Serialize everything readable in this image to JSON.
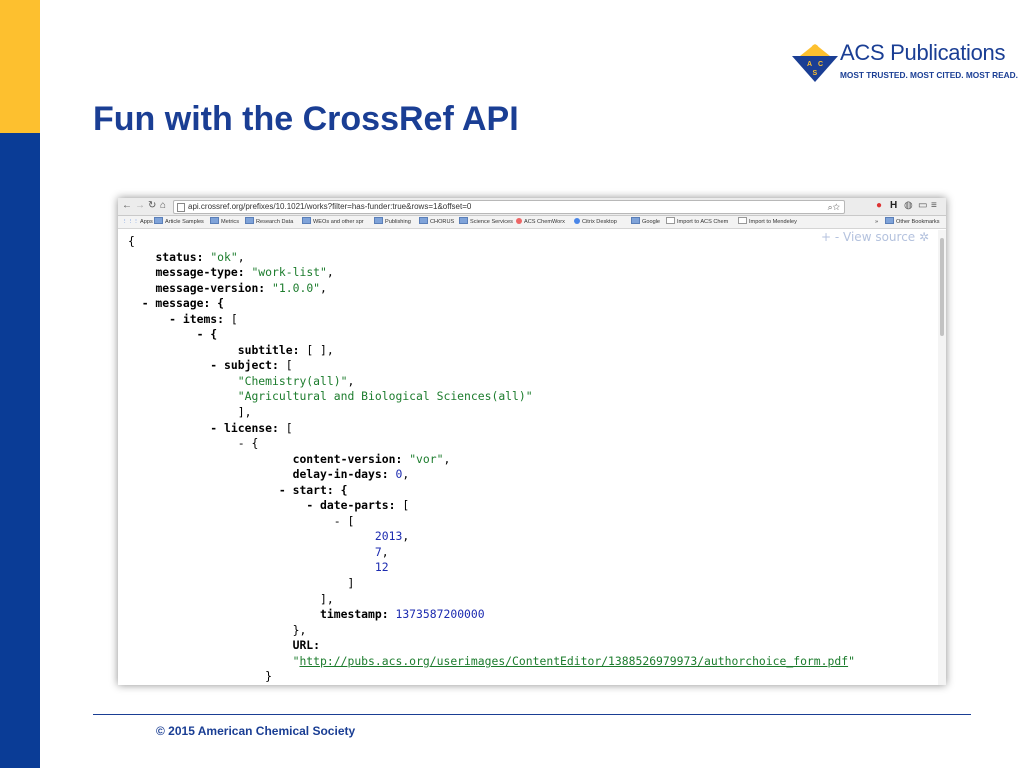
{
  "slide": {
    "title": "Fun with the CrossRef API",
    "footer": "© 2015 American Chemical Society",
    "colors": {
      "brand_blue": "#1A3E94",
      "accent_yellow": "#FDC02F",
      "sidebar_blue": "#0A3C96"
    }
  },
  "logo": {
    "name": "ACS Publications",
    "tagline": "MOST TRUSTED. MOST CITED. MOST READ.",
    "mark_letters": [
      "A",
      "C",
      "S"
    ]
  },
  "browser": {
    "url": "api.crossref.org/prefixes/10.1021/works?filter=has-funder:true&rows=1&offset=0",
    "bookmarks": [
      "Apps",
      "Article Samples",
      "Metrics",
      "Research Data",
      "WEOs and other spr",
      "Publishing",
      "CHORUS",
      "Science Services",
      "ACS ChemWorx",
      "Citrix Desktop",
      "Google",
      "Import to ACS Chem",
      "Import to Mendeley",
      "»",
      "Other Bookmarks"
    ],
    "view_source_label": "View source",
    "view_source_controls": "+ -",
    "json_lines": [
      [
        {
          "t": "{"
        }
      ],
      [
        {
          "t": "    "
        },
        {
          "t": "status:",
          "c": "k"
        },
        {
          "t": " "
        },
        {
          "t": "\"ok\"",
          "c": "s"
        },
        {
          "t": ","
        }
      ],
      [
        {
          "t": "    "
        },
        {
          "t": "message-type:",
          "c": "k"
        },
        {
          "t": " "
        },
        {
          "t": "\"work-list\"",
          "c": "s"
        },
        {
          "t": ","
        }
      ],
      [
        {
          "t": "    "
        },
        {
          "t": "message-version:",
          "c": "k"
        },
        {
          "t": " "
        },
        {
          "t": "\"1.0.0\"",
          "c": "s"
        },
        {
          "t": ","
        }
      ],
      [
        {
          "t": "  "
        },
        {
          "t": "- message:",
          "c": "k"
        },
        {
          "t": " {",
          "c": "k"
        }
      ],
      [
        {
          "t": "      "
        },
        {
          "t": "- items:",
          "c": "k"
        },
        {
          "t": " ["
        }
      ],
      [
        {
          "t": "          "
        },
        {
          "t": "- {",
          "c": "k"
        }
      ],
      [
        {
          "t": "                "
        },
        {
          "t": "subtitle:",
          "c": "k"
        },
        {
          "t": " [ ],"
        }
      ],
      [
        {
          "t": "            "
        },
        {
          "t": "- subject:",
          "c": "k"
        },
        {
          "t": " ["
        }
      ],
      [
        {
          "t": "                "
        },
        {
          "t": "\"Chemistry(all)\"",
          "c": "s"
        },
        {
          "t": ","
        }
      ],
      [
        {
          "t": "                "
        },
        {
          "t": "\"Agricultural and Biological Sciences(all)\"",
          "c": "s"
        }
      ],
      [
        {
          "t": "                ],"
        }
      ],
      [
        {
          "t": "            "
        },
        {
          "t": "- license:",
          "c": "k"
        },
        {
          "t": " ["
        }
      ],
      [
        {
          "t": "                "
        },
        {
          "t": "- {"
        }
      ],
      [
        {
          "t": "                        "
        },
        {
          "t": "content-version:",
          "c": "k"
        },
        {
          "t": " "
        },
        {
          "t": "\"vor\"",
          "c": "s"
        },
        {
          "t": ","
        }
      ],
      [
        {
          "t": "                        "
        },
        {
          "t": "delay-in-days:",
          "c": "k"
        },
        {
          "t": " "
        },
        {
          "t": "0",
          "c": "n"
        },
        {
          "t": ","
        }
      ],
      [
        {
          "t": "                      "
        },
        {
          "t": "- start:",
          "c": "k"
        },
        {
          "t": " {",
          "c": "k"
        }
      ],
      [
        {
          "t": "                          "
        },
        {
          "t": "- date-parts:",
          "c": "k"
        },
        {
          "t": " ["
        }
      ],
      [
        {
          "t": "                              "
        },
        {
          "t": "- ["
        }
      ],
      [
        {
          "t": "                                    "
        },
        {
          "t": "2013",
          "c": "n"
        },
        {
          "t": ","
        }
      ],
      [
        {
          "t": "                                    "
        },
        {
          "t": "7",
          "c": "n"
        },
        {
          "t": ","
        }
      ],
      [
        {
          "t": "                                    "
        },
        {
          "t": "12",
          "c": "n"
        }
      ],
      [
        {
          "t": "                                ]"
        }
      ],
      [
        {
          "t": "                            ],"
        }
      ],
      [
        {
          "t": "                            "
        },
        {
          "t": "timestamp:",
          "c": "k"
        },
        {
          "t": " "
        },
        {
          "t": "1373587200000",
          "c": "n"
        }
      ],
      [
        {
          "t": "                        },"
        }
      ],
      [
        {
          "t": "                        "
        },
        {
          "t": "URL:",
          "c": "k"
        }
      ],
      [
        {
          "t": "                        "
        },
        {
          "t": "\"",
          "c": "s"
        },
        {
          "t": "http://pubs.acs.org/userimages/ContentEditor/1388526979973/authorchoice_form.pdf",
          "c": "s"
        },
        {
          "t": "\"",
          "c": "s"
        }
      ],
      [
        {
          "t": "                    }"
        }
      ]
    ]
  }
}
